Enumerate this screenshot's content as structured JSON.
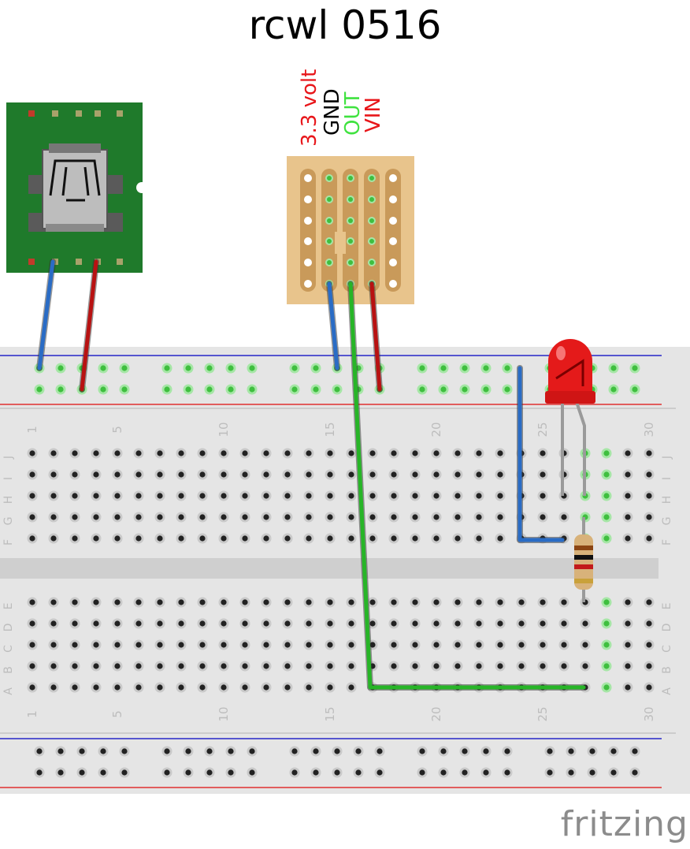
{
  "title": "rcwl 0516",
  "pin_labels": [
    {
      "text": "3.3 volt",
      "color": "#e8161a"
    },
    {
      "text": "GND",
      "color": "#000000"
    },
    {
      "text": "OUT",
      "color": "#3fe23f"
    },
    {
      "text": "VIN",
      "color": "#e8161a"
    }
  ],
  "row_letters_top": [
    "J",
    "I",
    "H",
    "G",
    "F"
  ],
  "row_letters_bottom": [
    "E",
    "D",
    "C",
    "B",
    "A"
  ],
  "column_numbers": [
    "1",
    "5",
    "10",
    "15",
    "20",
    "25",
    "30"
  ],
  "logo": "fritzing",
  "colors": {
    "breadboard": "#e5e5e5",
    "usb_board": "#1f7a2b",
    "perfboard": "#e8c48c",
    "wire_blue": "#2a6cc5",
    "wire_red": "#b81212",
    "wire_green": "#27b527",
    "led": "#e41a1a",
    "rail_red": "#e03030",
    "rail_blue": "#2626c8"
  }
}
